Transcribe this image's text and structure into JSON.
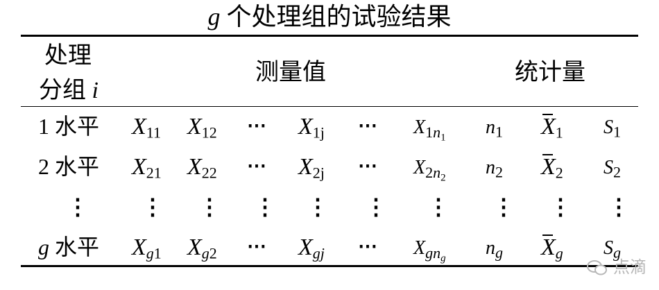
{
  "title": {
    "var": "g",
    "text": " 个处理组的试验结果"
  },
  "header": {
    "group_line1": "处理",
    "group_line2": "分组",
    "group_var": "i",
    "measurements": "测量值",
    "statistics": "统计量"
  },
  "rows": [
    {
      "label_num": "1",
      "label_text": " 水平",
      "sub": "1"
    },
    {
      "label_num": "2",
      "label_text": " 水平",
      "sub": "2"
    },
    {
      "label_num": "g",
      "label_text": " 水平",
      "sub": "g"
    }
  ],
  "symbols": {
    "X": "X",
    "n": "n",
    "S": "S",
    "hdots": "⋯",
    "vdots": "⋮"
  },
  "watermark": "点滴"
}
